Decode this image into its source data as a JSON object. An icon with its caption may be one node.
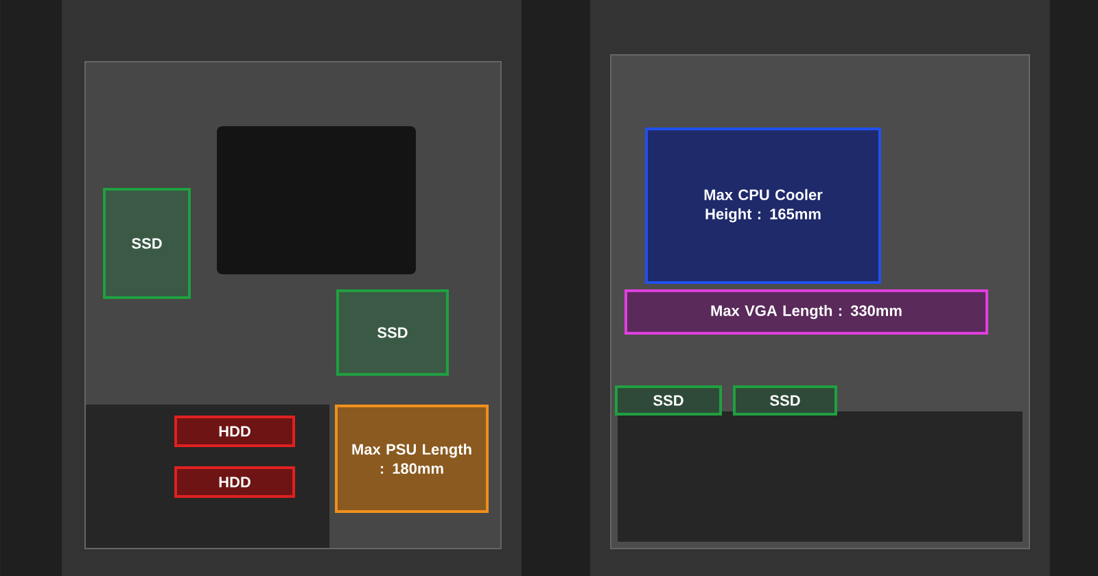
{
  "diagram": {
    "nodes": [
      {
        "text": [
          "SSD"
        ]
      },
      {
        "text": [
          "SSD"
        ]
      },
      {
        "text": [
          "HDD"
        ]
      },
      {
        "text": [
          "HDD"
        ]
      },
      {
        "text": [
          "Max PSU Length : 180mm"
        ]
      },
      {
        "text": [
          "Max CPU Cooler Height : 165mm"
        ]
      },
      {
        "text": [
          "Max VGA Length : 330mm"
        ]
      },
      {
        "text": [
          "SSD"
        ]
      },
      {
        "text": [
          "SSD"
        ]
      }
    ]
  }
}
